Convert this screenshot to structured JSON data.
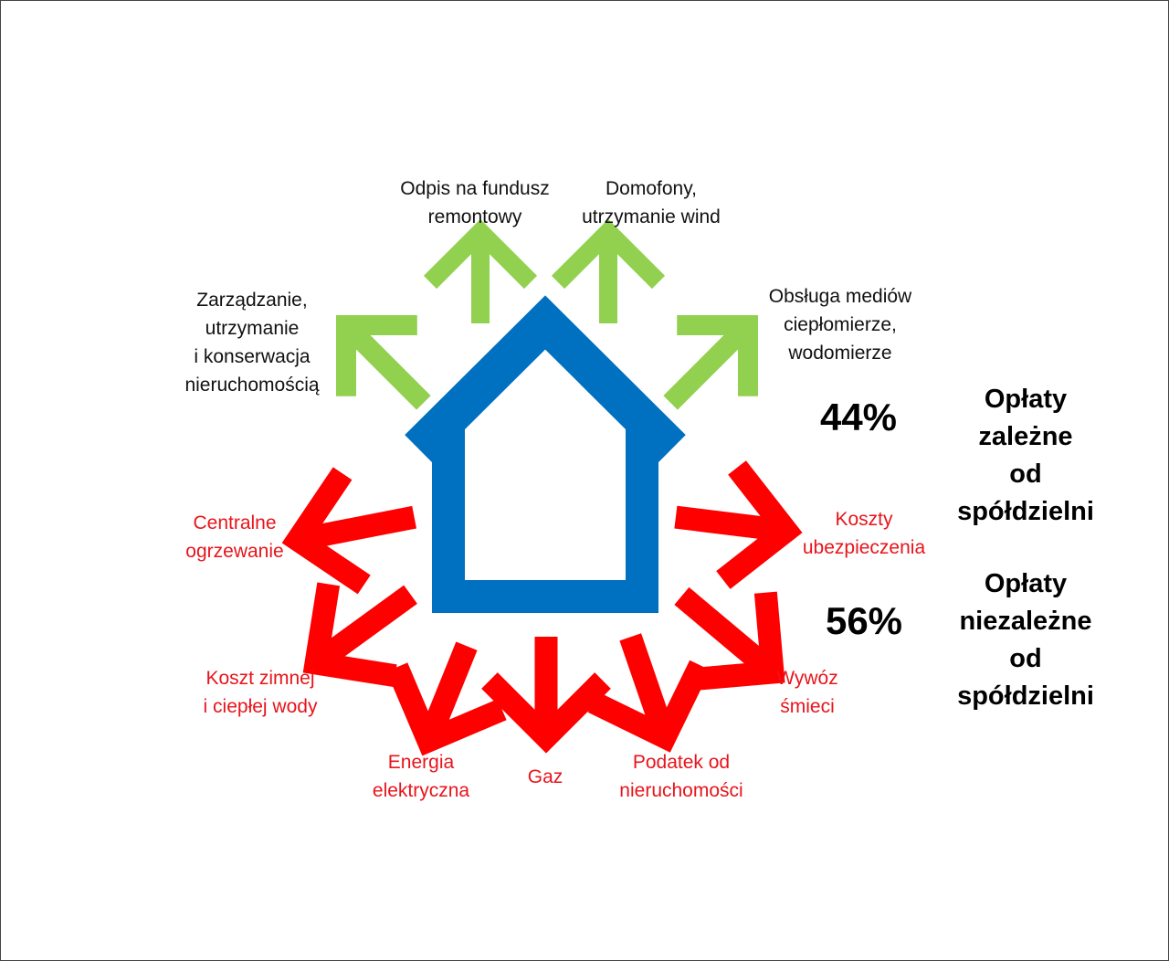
{
  "colors": {
    "house": "#0070C0",
    "dependent": "#92D050",
    "independent": "#FF0000"
  },
  "dependent_items": [
    {
      "label": "Odpis na fundusz\nremontowy"
    },
    {
      "label": "Domofony,\nutrzymanie wind"
    },
    {
      "label": "Zarządzanie,\nutrzymanie\ni konserwacja\nnieruchomością"
    },
    {
      "label": "Obsługa mediów\nciepłomierze,\nwodomierze"
    }
  ],
  "independent_items": [
    {
      "label": "Centralne\nogrzewanie"
    },
    {
      "label": "Koszt zimnej\ni ciepłej wody"
    },
    {
      "label": "Energia\nelektryczna"
    },
    {
      "label": "Gaz"
    },
    {
      "label": "Podatek od\nnieruchomości"
    },
    {
      "label": "Wywóz\nśmieci"
    },
    {
      "label": "Koszty\nubezpieczenia"
    }
  ],
  "summary": {
    "dependent": {
      "percent": "44%",
      "label": "Opłaty zależne\nod spółdzielni"
    },
    "independent": {
      "percent": "56%",
      "label": "Opłaty\nniezależne\nod spółdzielni"
    }
  }
}
